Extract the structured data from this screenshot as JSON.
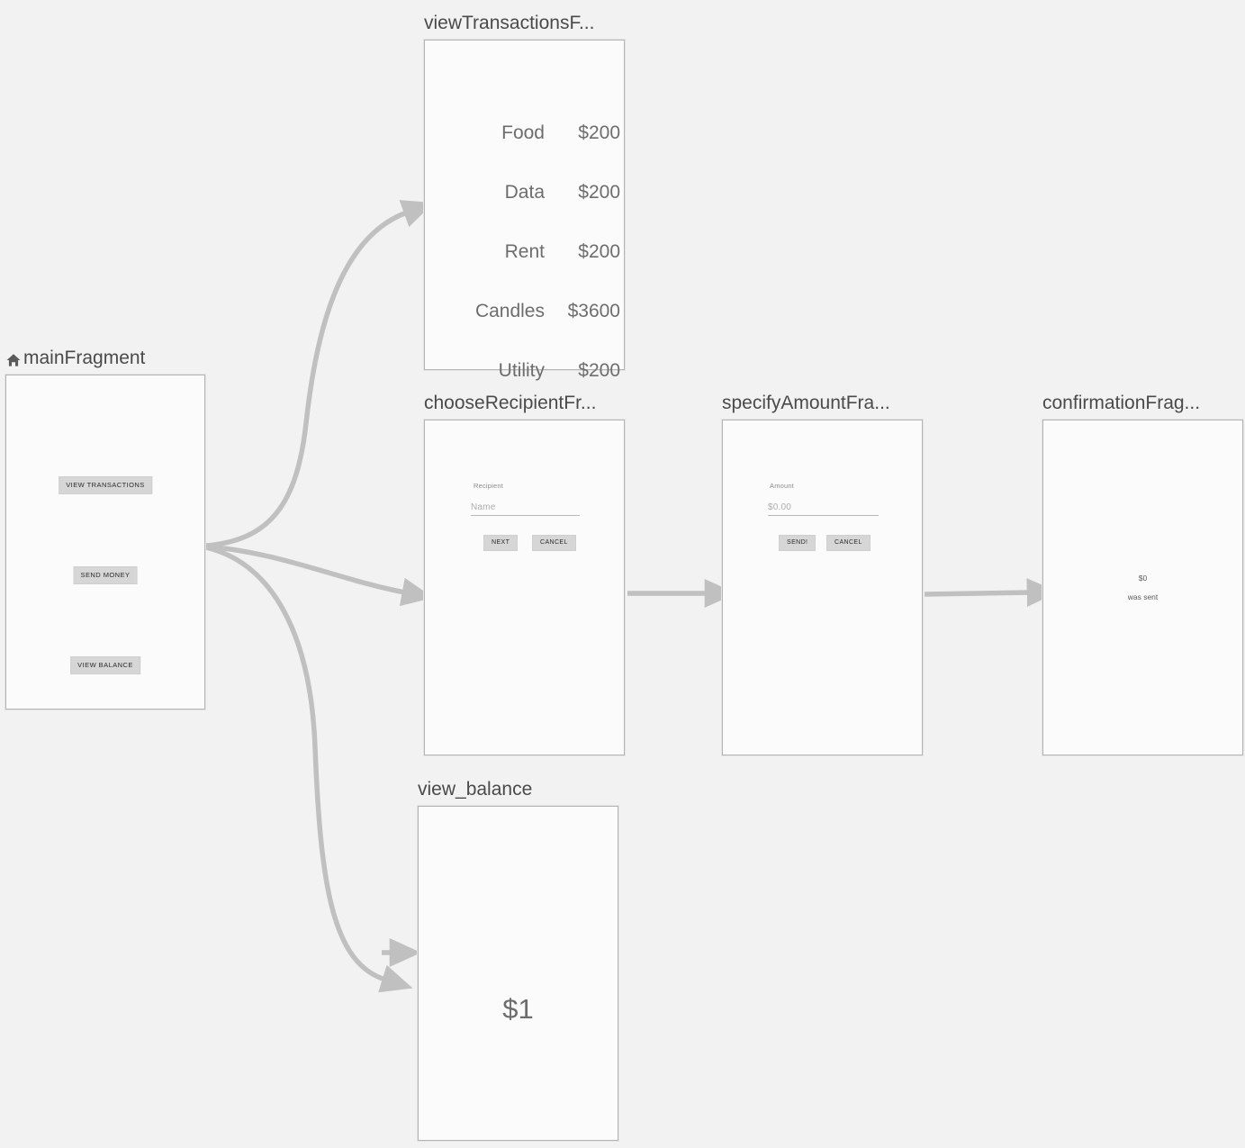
{
  "canvas": {
    "background_color": "#f2f2f2",
    "connector_color": "#c0c0c0",
    "node_border_color": "#b4b4b4",
    "node_fill_color": "#fbfbfb",
    "title_color": "#4a4a4a"
  },
  "nodes": {
    "main_fragment": {
      "title": "mainFragment",
      "icon": "home-icon",
      "is_start_destination": true,
      "buttons": [
        {
          "label": "VIEW TRANSACTIONS"
        },
        {
          "label": "SEND MONEY"
        },
        {
          "label": "VIEW BALANCE"
        }
      ]
    },
    "view_transactions_fragment": {
      "title": "viewTransactionsF...",
      "transactions": [
        {
          "category": "Food",
          "amount": "$200"
        },
        {
          "category": "Data",
          "amount": "$200"
        },
        {
          "category": "Rent",
          "amount": "$200"
        },
        {
          "category": "Candles",
          "amount": "$3600"
        },
        {
          "category": "Utility",
          "amount": "$200"
        }
      ]
    },
    "choose_recipient_fragment": {
      "title": "chooseRecipientFr...",
      "field_label": "Recipient",
      "field_placeholder": "Name",
      "primary_button": "NEXT",
      "secondary_button": "CANCEL"
    },
    "specify_amount_fragment": {
      "title": "specifyAmountFra...",
      "field_label": "Amount",
      "field_placeholder": "$0.00",
      "primary_button": "SEND!",
      "secondary_button": "CANCEL"
    },
    "confirmation_fragment": {
      "title": "confirmationFrag...",
      "amount": "$0",
      "message": "was sent"
    },
    "view_balance_fragment": {
      "title": "view_balance",
      "balance": "$1"
    }
  }
}
